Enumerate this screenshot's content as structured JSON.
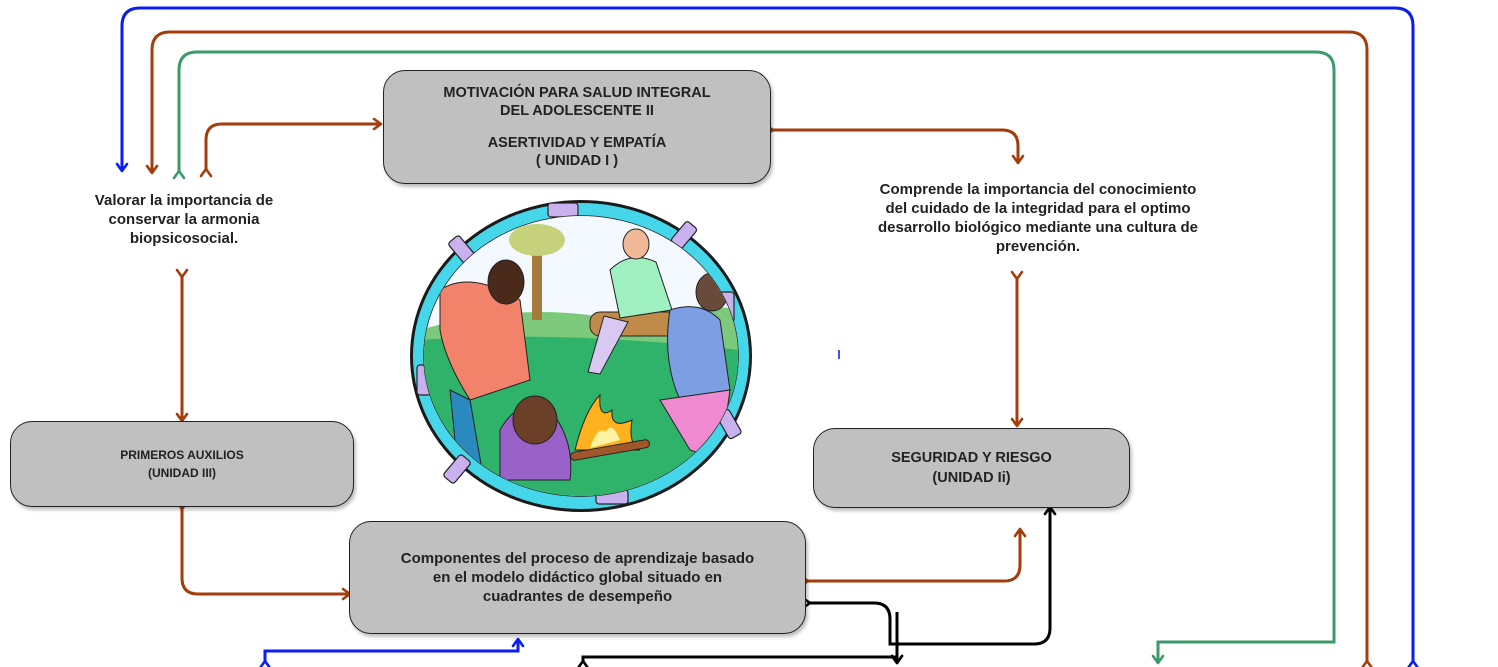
{
  "boxes": {
    "motivacion": {
      "line1": "MOTIVACIÓN PARA SALUD INTEGRAL",
      "line2": "DEL ADOLESCENTE II",
      "line3": "ASERTIVIDAD Y EMPATÍA",
      "line4": "( UNIDAD I )"
    },
    "primeros_auxilios": {
      "line1": "PRIMEROS AUXILIOS",
      "line2": "(UNIDAD III)"
    },
    "seguridad": {
      "line1": "SEGURIDAD Y RIESGO",
      "line2": "(UNIDAD Ii)"
    },
    "componentes": {
      "line1": "Componentes del proceso de aprendizaje basado",
      "line2": "en el modelo didáctico  global situado en",
      "line3": "cuadrantes de desempeño"
    }
  },
  "texts": {
    "valorar": {
      "line1": "Valorar la importancia de",
      "line2": "conservar  la armonia",
      "line3": "biopsicosocial."
    },
    "comprende": {
      "line1": "Comprende la importancia del conocimiento",
      "line2": "del cuidado de la integridad para el optimo",
      "line3": "desarrollo biológico mediante una cultura de",
      "line4": "prevención."
    }
  },
  "colors": {
    "blue": "#0a1ef0",
    "brown": "#a33d0b",
    "green": "#3a9a6a",
    "black": "#000000",
    "box_fill": "#c0c0c0"
  },
  "illustration": "adolescents-around-campfire"
}
